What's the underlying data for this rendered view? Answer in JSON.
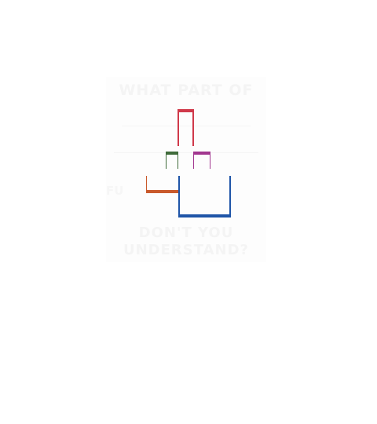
{
  "design": {
    "headline_top": "WHAT PART OF",
    "middle_word": "FU",
    "headline_bottom_line1": "DON'T YOU",
    "headline_bottom_line2": "UNDERSTAND?"
  },
  "colors": {
    "red": "#d0394a",
    "green": "#3f6b3a",
    "purple": "#a2378f",
    "orange": "#c95a2c",
    "blue": "#1f55a8",
    "faint_text": "#f4f4f4"
  }
}
